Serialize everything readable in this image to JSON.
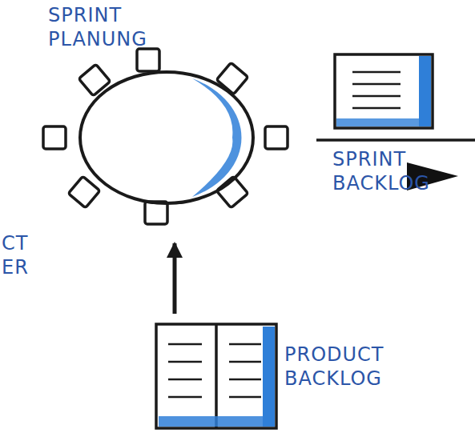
{
  "diagram": {
    "nodes": [
      {
        "text": [
          "SPRINT PLANUNG"
        ]
      },
      {
        "text": [
          "SPRINT BACKLOG"
        ]
      },
      {
        "text": [
          "PRODUCT BACKLOG"
        ]
      }
    ],
    "edges": [
      {
        "from": 2,
        "to": 0,
        "arrow": "to"
      }
    ],
    "labels": [
      "CT",
      "ER"
    ]
  }
}
